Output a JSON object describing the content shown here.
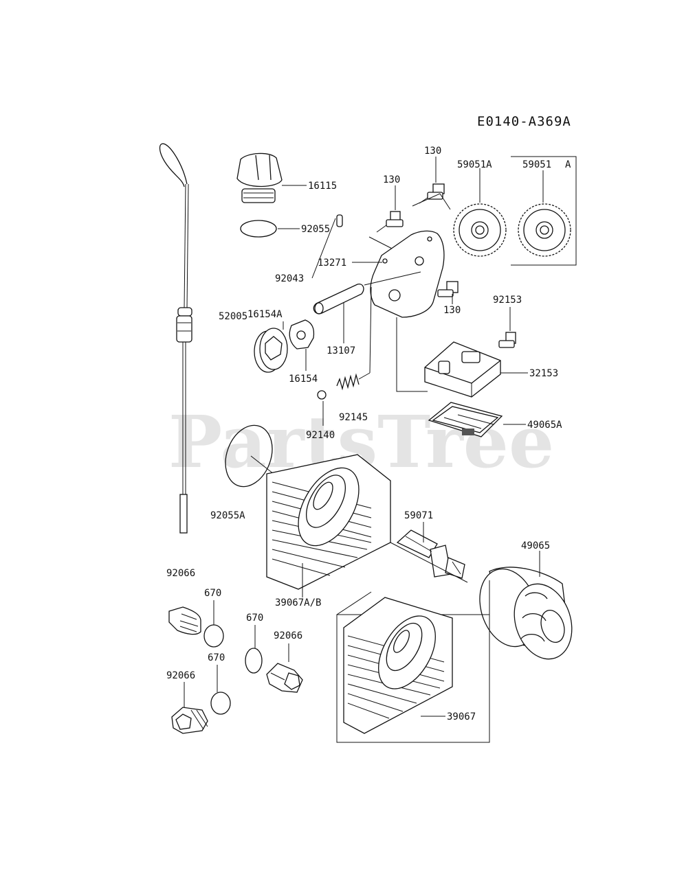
{
  "diagram_code": "E0140-A369A",
  "watermark": "PartsTree",
  "labels": {
    "l130_a": "130",
    "l130_b": "130",
    "l130_c": "130",
    "l59051A": "59051A",
    "l59051": "59051",
    "l59051_suffix": "A",
    "l16115": "16115",
    "l92055": "92055",
    "l13271": "13271",
    "l92043": "92043",
    "l16154A": "16154A",
    "l52005": "52005",
    "l13107": "13107",
    "l16154": "16154",
    "l92153": "92153",
    "l32153": "32153",
    "l92145": "92145",
    "l92140": "92140",
    "l49065A": "49065A",
    "l92055A": "92055A",
    "l59071": "59071",
    "l49065": "49065",
    "l92066_a": "92066",
    "l670_a": "670",
    "l670_b": "670",
    "l92066_b": "92066",
    "l670_c": "670",
    "l92066_c": "92066",
    "l39067AB": "39067A/B",
    "l39067": "39067"
  }
}
